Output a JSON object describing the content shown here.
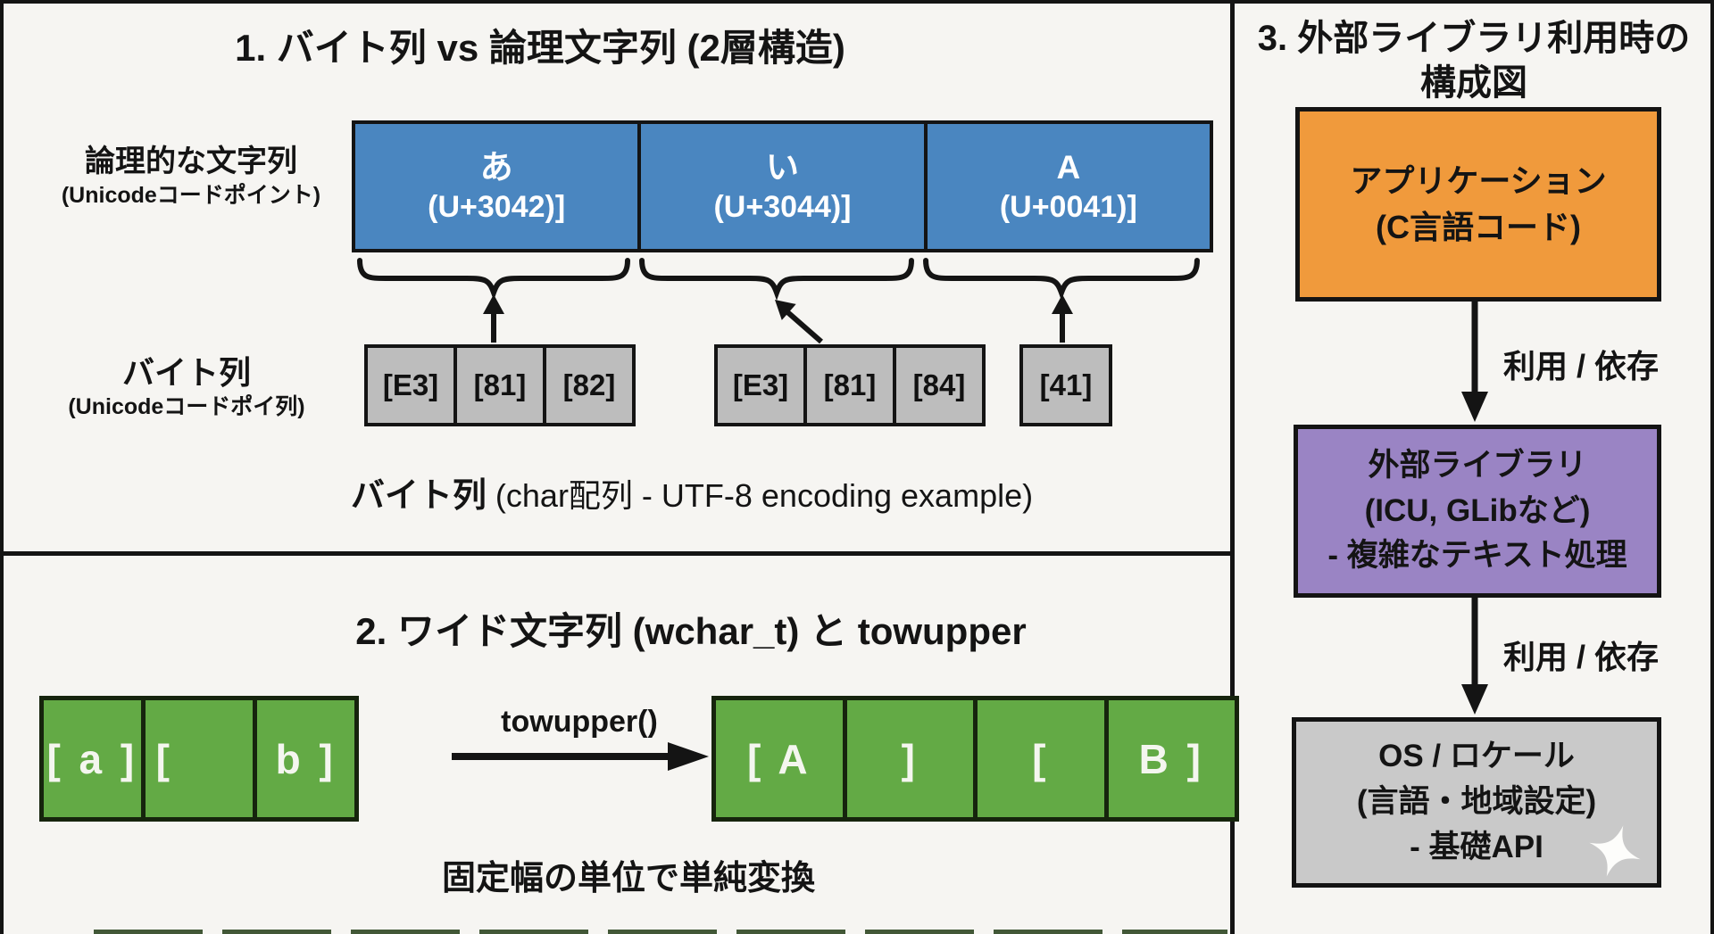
{
  "colors": {
    "background": "#f6f5f2",
    "line": "#141414",
    "codepoint_blue": "#4a86c0",
    "byte_gray": "#bdbdbd",
    "wide_green": "#63aa45",
    "app_orange": "#f09a3c",
    "library_purple": "#9a84c4",
    "os_gray": "#c9c9c9",
    "box_text_white": "#ffffff"
  },
  "panel1": {
    "title": "1. バイト列 vs 論理文字列 (2層構造)",
    "logical_label_main": "論理的な文字列",
    "logical_label_sub": "(Unicodeコードポイント)",
    "logical_cells": [
      {
        "char": "あ",
        "code": "(U+3042)]"
      },
      {
        "char": "い",
        "code": "(U+3044)]"
      },
      {
        "char": "A",
        "code": "(U+0041)]"
      }
    ],
    "byte_label_main": "バイト列",
    "byte_label_sub": "(Unicodeコードポイ列)",
    "byte_groups": [
      [
        "[E3]",
        "[81]",
        "[82]"
      ],
      [
        "[E3]",
        "[81]",
        "[84]"
      ],
      [
        "[41]"
      ]
    ],
    "caption_bold": "バイト列",
    "caption_rest": " (char配列 - UTF-8 encoding example)"
  },
  "panel2": {
    "title": "2. ワイド文字列 (wchar_t) と towupper",
    "input_cells": [
      "[ a ]",
      "[",
      "b ]"
    ],
    "arrow_label": "towupper()",
    "output_cells": [
      "[ A",
      "]",
      "[",
      "B ]"
    ],
    "caption": "固定幅の単位で単純変換"
  },
  "panel3": {
    "title_line1": "3. 外部ライブラリ利用時の",
    "title_line2": "構成図",
    "app_box": {
      "line1": "アプリケーション",
      "line2": "(C言語コード)"
    },
    "dep_label1": "利用 / 依存",
    "lib_box": {
      "line1": "外部ライブラリ",
      "line2": "(ICU, GLibなど)",
      "line3": "- 複雑なテキスト処理"
    },
    "dep_label2": "利用 / 依存",
    "os_box": {
      "line1": "OS / ロケール",
      "line2": "(言語・地域設定)",
      "line3": "- 基礎API"
    }
  }
}
